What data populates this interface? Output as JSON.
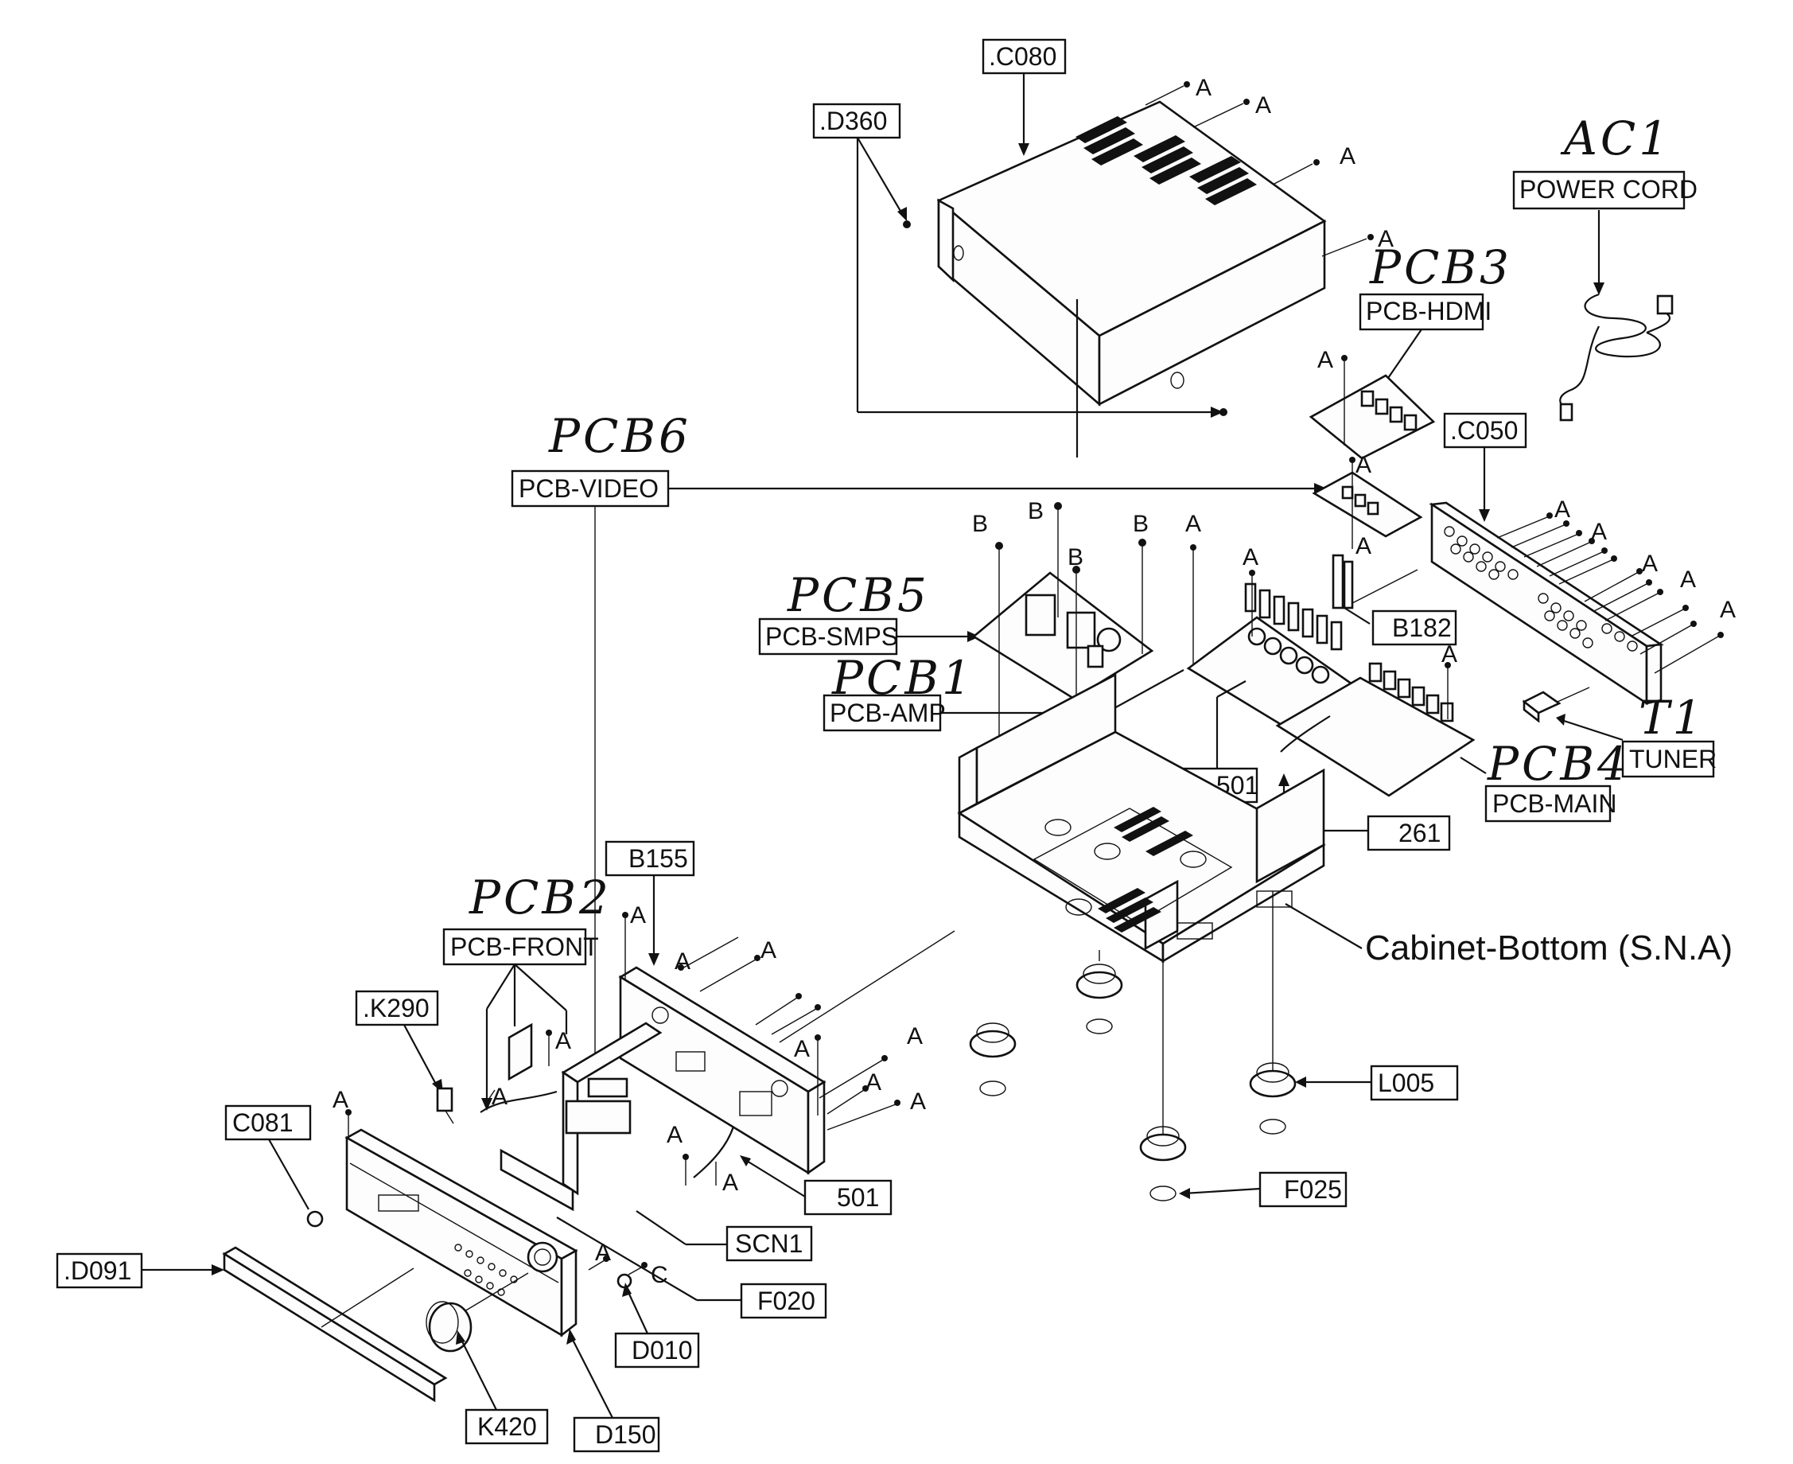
{
  "part_labels": {
    "c080": ".C080",
    "d360": ".D360",
    "power_cord": "POWER CORD",
    "pcb_hdmi": "PCB-HDMI",
    "c050": ".C050",
    "pcb_video": "PCB-VIDEO",
    "pcb_smps": "PCB-SMPS",
    "pcb_amp": "PCB-AMP",
    "b182": "B182",
    "tuner": "TUNER",
    "pcb_main": "PCB-MAIN",
    "v501": ".501",
    "v261": "261",
    "b155": "B155",
    "pcb_front": "PCB-FRONT",
    "k290": ".K290",
    "c081": "C081",
    "d091": ".D091",
    "scn1": "SCN1",
    "f020": "F020",
    "s501": "501",
    "d010": "D010",
    "k420": "K420",
    "d150": "D150",
    "l005": "L005",
    "f025": "F025"
  },
  "handwritten": {
    "ac1": "AC1",
    "pcb3": "PCB3",
    "pcb6": "PCB6",
    "pcb5": "PCB5",
    "pcb1": "PCB1",
    "pcb4": "PCB4",
    "pcb2": "PCB2",
    "t1": "T1"
  },
  "callouts": {
    "cabinet_bottom": "Cabinet-Bottom (S.N.A)"
  },
  "screw_codes": {
    "a": "A",
    "b": "B",
    "c": "C"
  }
}
